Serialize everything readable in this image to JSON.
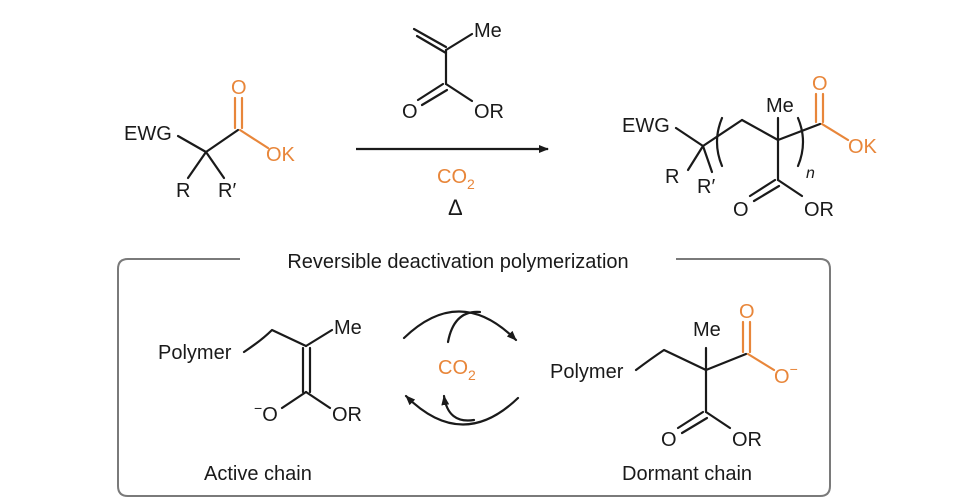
{
  "colors": {
    "ink": "#1a1a1a",
    "accent": "#e8863a",
    "frame": "#7a7a7a"
  },
  "reactant": {
    "ewg": "EWG",
    "o_top": "O",
    "ok": "OK",
    "r": "R",
    "r_prime": "R′"
  },
  "monomer": {
    "me": "Me",
    "o": "O",
    "or": "OR"
  },
  "conditions": {
    "co2": "CO",
    "co2_sub": "2",
    "heat": "Δ"
  },
  "product": {
    "ewg": "EWG",
    "me": "Me",
    "o_top": "O",
    "ok": "OK",
    "n": "n",
    "r": "R",
    "r_prime": "R′",
    "o": "O",
    "or": "OR"
  },
  "mechanism": {
    "title": "Reversible deactivation polymerization",
    "active": {
      "polymer": "Polymer",
      "me": "Me",
      "o_minus": "O",
      "minus": "−",
      "or": "OR",
      "caption": "Active chain"
    },
    "center": {
      "co2": "CO",
      "co2_sub": "2"
    },
    "dormant": {
      "polymer": "Polymer",
      "me": "Me",
      "o_top": "O",
      "o_minus": "O",
      "minus": "−",
      "o": "O",
      "or": "OR",
      "caption": "Dormant chain"
    }
  }
}
